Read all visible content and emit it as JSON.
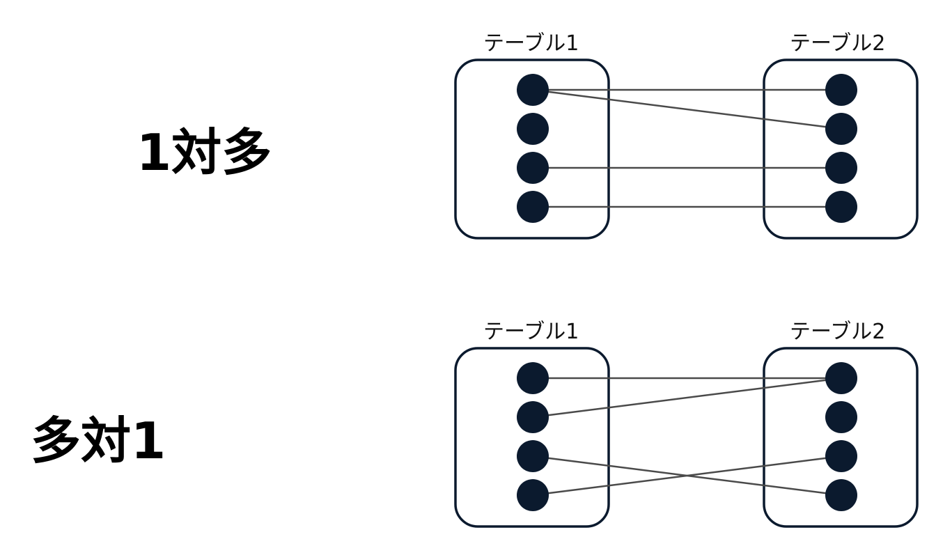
{
  "colors": {
    "node": "#0b1a2e",
    "box_stroke": "#0b1a2e",
    "line": "#4a4a4a"
  },
  "diagrams": [
    {
      "id": "one-to-many",
      "label": "1対多",
      "left_table": {
        "label": "テーブル1",
        "nodes": 4
      },
      "right_table": {
        "label": "テーブル2",
        "nodes": 4
      },
      "links": [
        [
          0,
          0
        ],
        [
          0,
          1
        ],
        [
          2,
          2
        ],
        [
          3,
          3
        ]
      ]
    },
    {
      "id": "many-to-one",
      "label": "多対1",
      "left_table": {
        "label": "テーブル1",
        "nodes": 4
      },
      "right_table": {
        "label": "テーブル2",
        "nodes": 4
      },
      "links": [
        [
          0,
          0
        ],
        [
          1,
          0
        ],
        [
          2,
          3
        ],
        [
          3,
          2
        ]
      ]
    }
  ]
}
